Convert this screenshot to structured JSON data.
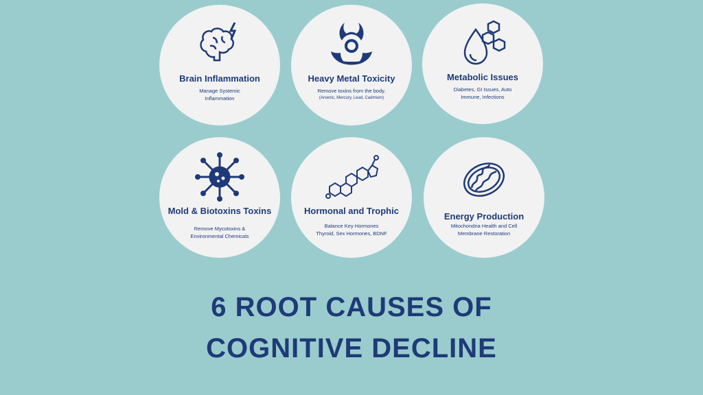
{
  "cards": [
    {
      "title": "Brain Inflammation",
      "line1": "Manage Systemic",
      "line2": "Inflammation",
      "icon": "brain-lightning-icon"
    },
    {
      "title": "Heavy Metal Toxicity",
      "line1": "Remove toxins from the body.",
      "line2": "(Arsenic, Mercury, Lead, Cadmium)",
      "icon": "biohazard-icon"
    },
    {
      "title": "Metabolic Issues",
      "line1": "Diabetes, GI Issues, Auto",
      "line2": "Immune, Infections",
      "icon": "drop-sugar-cubes-icon"
    },
    {
      "title": "Mold & Biotoxins Toxins",
      "line1": "Remove Mycotoxins &",
      "line2": "Environmental Chemicals",
      "icon": "virus-icon"
    },
    {
      "title": "Hormonal and Trophic",
      "line1": "Balance Key Hormones",
      "line2": "Thyroid, Sex Hormones, BDNF",
      "icon": "steroid-molecule-icon"
    },
    {
      "title": "Energy Production",
      "line1": "Mitochondria Health and Cell",
      "line2": "Membrane Restoration",
      "icon": "mitochondria-icon"
    }
  ],
  "headline": {
    "line1": "6 ROOT CAUSES OF",
    "line2": "COGNITIVE DECLINE"
  },
  "colors": {
    "background": "#9acccd",
    "circle": "#f2f2f2",
    "text": "#1e3a78"
  }
}
